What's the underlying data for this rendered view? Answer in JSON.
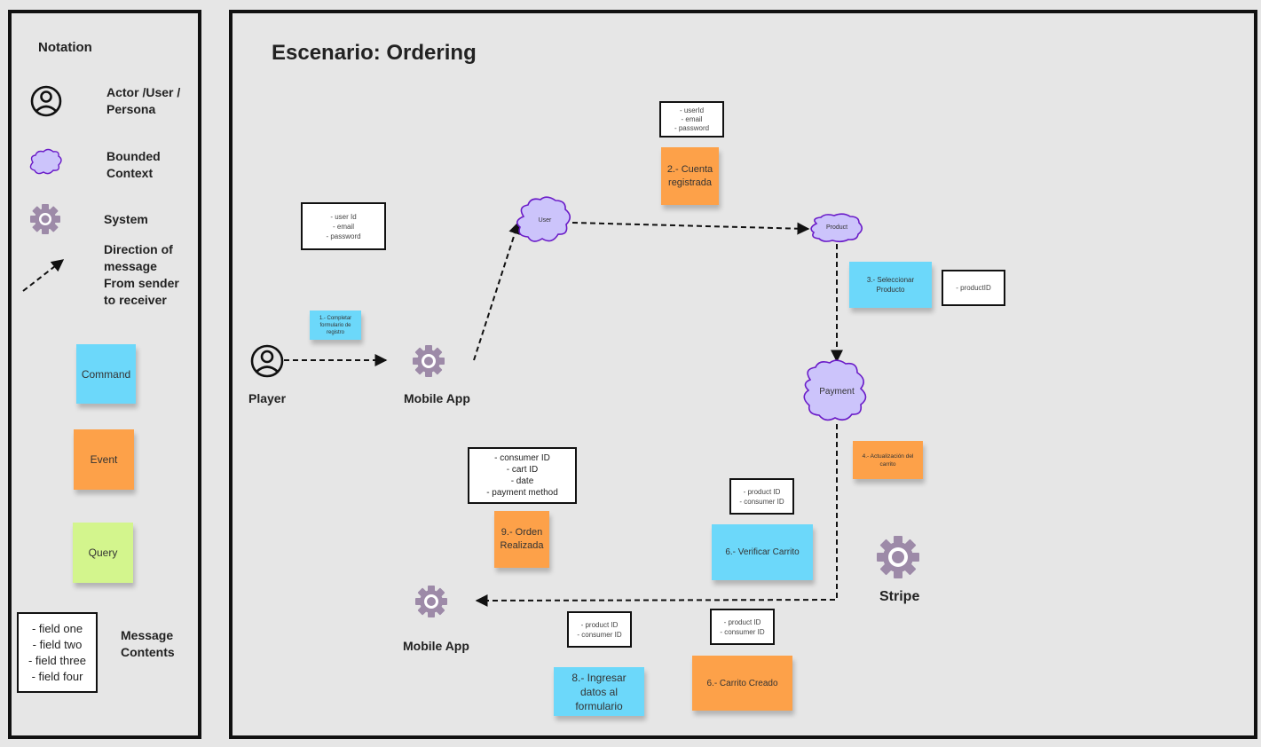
{
  "notation": {
    "title": "Notation",
    "actor_label": [
      "Actor /User /",
      "Persona"
    ],
    "bounded_context_label": [
      "Bounded",
      "Context"
    ],
    "system_label": "System",
    "direction_label": [
      "Direction of",
      "message",
      "From sender",
      "to receiver"
    ],
    "command_label": "Command",
    "event_label": "Event",
    "query_label": "Query",
    "message_fields": [
      "- field one",
      "- field two",
      "- field three",
      "- field four"
    ],
    "message_contents_label": [
      "Message",
      "Contents"
    ]
  },
  "scenario": {
    "title": "Escenario: Ordering",
    "player_label": "Player",
    "mobile_app_label_1": "Mobile App",
    "mobile_app_label_2": "Mobile App",
    "stripe_label": "Stripe",
    "contexts": {
      "user": "User",
      "product": "Product",
      "payment": "Payment"
    },
    "stickies": {
      "s1": [
        "1.- Completar",
        "formulario de",
        "registro"
      ],
      "s2": [
        "2.- Cuenta",
        "registrada"
      ],
      "s3": [
        "3.- Seleccionar",
        "Producto"
      ],
      "s4": [
        "4.- Actualización del",
        "carrito"
      ],
      "s6a": "6.- Verificar Carrito",
      "s6b": "6.- Carrito Creado",
      "s8": [
        "8.- Ingresar",
        "datos al",
        "formulario"
      ],
      "s9": [
        "9.- Orden",
        "Realizada"
      ]
    },
    "messages": {
      "m_register": [
        "- user Id",
        "- email",
        "- password"
      ],
      "m_account": [
        "- userId",
        "- email",
        "- password"
      ],
      "m_product": [
        "- productID"
      ],
      "m_order": [
        "- consumer ID",
        "- cart ID",
        "- date",
        "- payment method"
      ],
      "m_verify": [
        "- product ID",
        "-  consumer ID"
      ],
      "m_created": [
        "- product ID",
        "- consumer ID"
      ],
      "m_form": [
        "- product ID",
        "- consumer ID"
      ]
    }
  },
  "colors": {
    "command": "#6cd8fa",
    "event": "#fda149",
    "query": "#d3f58d",
    "bounded_context_fill": "#ccc4fb",
    "bounded_context_stroke": "#6a1bc8",
    "system_gear": "#9d8aa8"
  }
}
